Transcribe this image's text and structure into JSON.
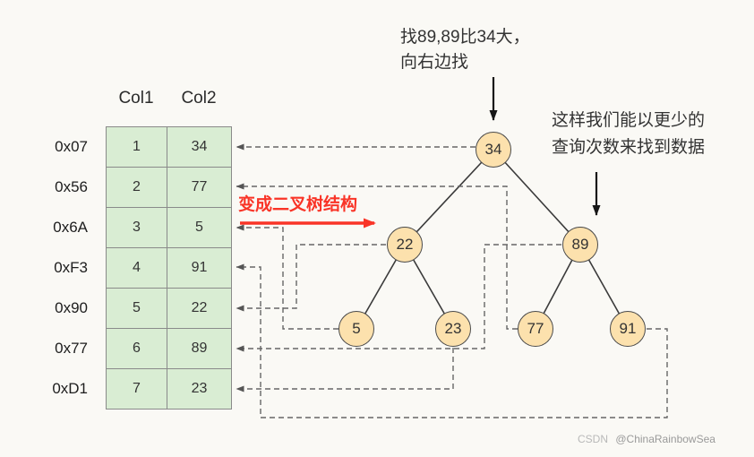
{
  "annotations": {
    "top_note_line1": "找89,89比34大，",
    "top_note_line2": "向右边找",
    "right_note_line1": "这样我们能以更少的",
    "right_note_line2": "查询次数来找到数据",
    "transform_label": "变成二叉树结构"
  },
  "table": {
    "headers": [
      "Col1",
      "Col2"
    ],
    "rows": [
      {
        "addr": "0x07",
        "col1": "1",
        "col2": "34"
      },
      {
        "addr": "0x56",
        "col1": "2",
        "col2": "77"
      },
      {
        "addr": "0x6A",
        "col1": "3",
        "col2": "5"
      },
      {
        "addr": "0xF3",
        "col1": "4",
        "col2": "91"
      },
      {
        "addr": "0x90",
        "col1": "5",
        "col2": "22"
      },
      {
        "addr": "0x77",
        "col1": "6",
        "col2": "89"
      },
      {
        "addr": "0xD1",
        "col1": "7",
        "col2": "23"
      }
    ]
  },
  "tree": {
    "nodes": [
      {
        "value": "34"
      },
      {
        "value": "22"
      },
      {
        "value": "89"
      },
      {
        "value": "5"
      },
      {
        "value": "23"
      },
      {
        "value": "77"
      },
      {
        "value": "91"
      }
    ],
    "edges": [
      "34-22",
      "34-89",
      "22-5",
      "22-23",
      "89-77",
      "89-91"
    ],
    "node_to_row_links": [
      "34-row1",
      "77-row2",
      "5-row3",
      "91-row4",
      "22-row5",
      "89-row6",
      "23-row7"
    ]
  },
  "watermark": {
    "brand": "CSDN",
    "user": "@ChinaRainbowSea"
  },
  "colors": {
    "background": "#faf9f5",
    "cell_fill": "#d9edd3",
    "node_fill": "#fce1ad",
    "accent_red": "#f93427",
    "solid_line": "#3a3a3a",
    "dashed_line": "#666666"
  }
}
